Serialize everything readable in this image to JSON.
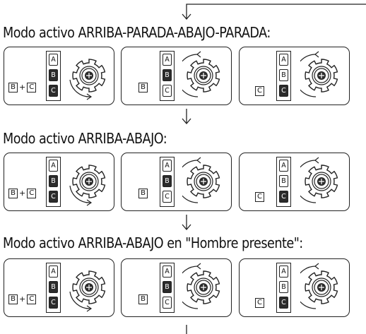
{
  "sections": [
    {
      "title": "Modo activo ARRIBA-PARADA-ABAJO-PARADA:",
      "panels": [
        {
          "press": [
            "B",
            "C"
          ],
          "keys": [
            "A",
            "B",
            "C"
          ],
          "dark": [
            false,
            true,
            true
          ],
          "rotation": "cw-bottom"
        },
        {
          "press": [
            "B"
          ],
          "keys": [
            "A",
            "B",
            "C"
          ],
          "dark": [
            false,
            true,
            false
          ],
          "rotation": "ccw-left"
        },
        {
          "press": [
            "C"
          ],
          "keys": [
            "A",
            "B",
            "C"
          ],
          "dark": [
            false,
            false,
            true
          ],
          "rotation": "ccw-left"
        }
      ]
    },
    {
      "title": "Modo activo ARRIBA-ABAJO:",
      "panels": [
        {
          "press": [
            "B",
            "C"
          ],
          "keys": [
            "A",
            "B",
            "C"
          ],
          "dark": [
            false,
            true,
            true
          ],
          "rotation": "cw-bottom"
        },
        {
          "press": [
            "B"
          ],
          "keys": [
            "A",
            "B",
            "C"
          ],
          "dark": [
            false,
            true,
            false
          ],
          "rotation": "ccw-left"
        },
        {
          "press": [
            "C"
          ],
          "keys": [
            "A",
            "B",
            "C"
          ],
          "dark": [
            false,
            false,
            true
          ],
          "rotation": "ccw-left"
        }
      ]
    },
    {
      "title": "Modo activo ARRIBA-ABAJO en \"Hombre presente\":",
      "panels": [
        {
          "press": [
            "B",
            "C"
          ],
          "keys": [
            "A",
            "B",
            "C"
          ],
          "dark": [
            false,
            true,
            true
          ],
          "rotation": "cw-bottom"
        },
        {
          "press": [
            "B"
          ],
          "keys": [
            "A",
            "B",
            "C"
          ],
          "dark": [
            false,
            true,
            false
          ],
          "rotation": "ccw-left"
        },
        {
          "press": [
            "C"
          ],
          "keys": [
            "A",
            "B",
            "C"
          ],
          "dark": [
            false,
            false,
            true
          ],
          "rotation": "ccw-left"
        }
      ]
    }
  ],
  "colors": {
    "line": "#222222",
    "dark_key": "#2b2b2b",
    "background": "#ffffff"
  },
  "icons": {
    "knob": "rotary-knob-icon",
    "rotation": "rotation-arrow-icon",
    "flow": "down-arrow-icon"
  }
}
